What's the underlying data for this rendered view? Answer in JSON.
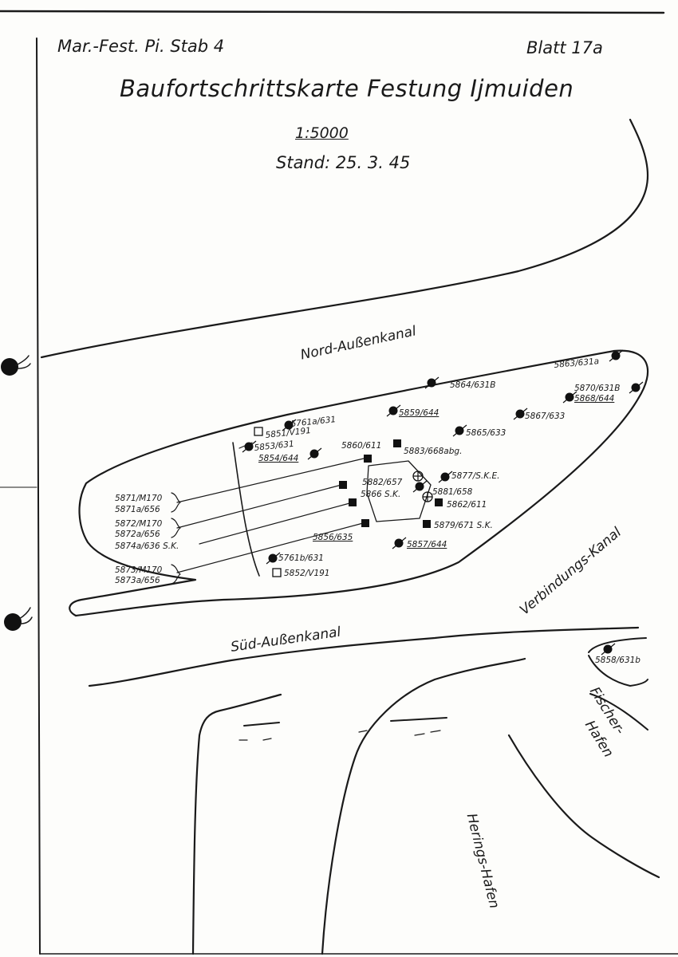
{
  "header": {
    "unit": "Mar.-Fest. Pi. Stab 4",
    "sheet": "Blatt 17a",
    "title": "Baufortschrittskarte Festung Ijmuiden",
    "scale": "1:5000",
    "stand": "Stand: 25. 3. 45"
  },
  "water_labels": {
    "nord": "Nord-Außenkanal",
    "sued": "Süd-Außenkanal",
    "verbindung": "Verbindungs-Kanal",
    "fischer1": "Fischer-",
    "fischer2": "Hafen",
    "herings": "Herings-Hafen"
  },
  "sites": [
    "5863/631a",
    "5864/631B",
    "5870/631B",
    "5868/644",
    "5859/644",
    "5867/633",
    "5761a/631",
    "5851/V191",
    "5865/633",
    "5853/631",
    "5860/611",
    "5883/668abg.",
    "5854/644",
    "5877/S.K.E.",
    "5882/657",
    "5881/658",
    "5866 S.K.",
    "5862/611",
    "5871/M170",
    "5871a/656",
    "5872/M170",
    "5872a/656",
    "5874a/636 S.K.",
    "5879/671 S.K.",
    "5856/635",
    "5857/644",
    "5873/M170",
    "5873a/656",
    "5761b/631",
    "5852/V191",
    "5858/631b"
  ]
}
